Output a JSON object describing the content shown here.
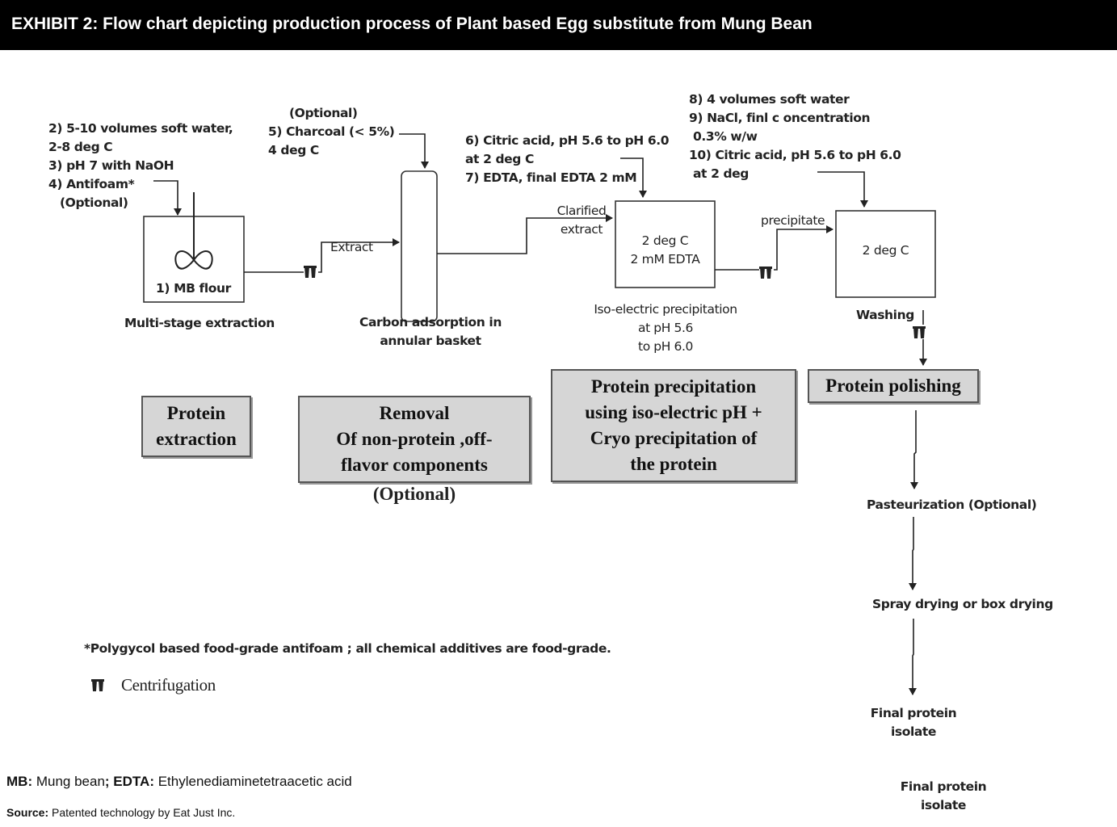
{
  "header": {
    "title": "EXHIBIT 2: Flow chart depicting production process of Plant based Egg substitute from Mung Bean"
  },
  "extraction": {
    "inputs": [
      "2) 5-10 volumes soft water,",
      "2-8 deg C",
      "3) pH 7 with NaOH",
      "4) Antifoam*",
      "(Optional)"
    ],
    "box_label": "1) MB flour",
    "caption": "Multi-stage extraction",
    "stream_label": "Extract"
  },
  "carbon": {
    "inputs": [
      "(Optional)",
      "5) Charcoal (< 5%)",
      "4 deg C"
    ],
    "caption": [
      "Carbon adsorption in",
      "annular basket"
    ],
    "stream_label": [
      "Clarified",
      "extract"
    ]
  },
  "precipitation": {
    "inputs": [
      "6) Citric acid, pH 5.6 to pH 6.0",
      "at 2 deg C",
      "7) EDTA, final EDTA 2 mM"
    ],
    "box_lines": [
      "2 deg C",
      "2 mM EDTA"
    ],
    "caption": [
      "Iso-electric precipitation",
      "at pH 5.6",
      "to pH 6.0"
    ],
    "stream_label": "precipitate"
  },
  "washing": {
    "inputs": [
      "8) 4 volumes soft water",
      "9) NaCl, finl  c oncentration",
      "0.3% w/w",
      "10) Citric acid, pH 5.6 to pH 6.0",
      "at 2 deg"
    ],
    "box_label": "2 deg C",
    "caption": "Washing"
  },
  "stages": {
    "extraction": [
      "Protein",
      "extraction"
    ],
    "removal": [
      "Removal",
      "Of non-protein ,off-",
      "flavor components"
    ],
    "removal_note": "(Optional)",
    "precipitation": [
      "Protein precipitation",
      "using iso-electric pH +",
      "Cryo precipitation of",
      "the protein"
    ],
    "polishing": "Protein polishing"
  },
  "downstream": {
    "pasteurization": "Pasteurization  (Optional)",
    "drying": "Spray drying or box drying",
    "final": [
      "Final protein",
      "isolate"
    ],
    "final_duplicate": [
      "Final protein",
      "isolate"
    ]
  },
  "notes": {
    "antifoam": "*Polygycol based food-grade antifoam ; all chemical additives are food-grade.",
    "centrifugation": "Centrifugation"
  },
  "footer": {
    "abbr_mb_key": "MB:",
    "abbr_mb_val": " Mung bean",
    "abbr_sep": ";",
    "abbr_edta_key": " EDTA:",
    "abbr_edta_val": " Ethylenediaminetetraacetic acid",
    "source_key": "Source:",
    "source_val": " Patented technology by Eat Just Inc."
  }
}
